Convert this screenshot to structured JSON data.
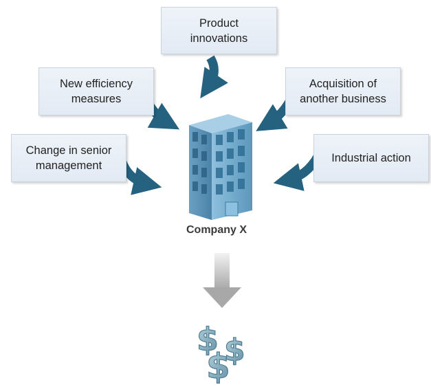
{
  "factors": {
    "product_innovations": "Product\ninnovations",
    "new_efficiency_measures": "New efficiency\nmeasures",
    "acquisition": "Acquisition of\nanother business",
    "senior_management": "Change in senior\nmanagement",
    "industrial_action": "Industrial action"
  },
  "company": {
    "label": "Company X"
  },
  "colors": {
    "arrow": "#24627f",
    "box_fill": "#e6edf6",
    "building": "#6fa6c8",
    "dollar": "#7fa7b8",
    "down_arrow": "#bdbdbd"
  }
}
